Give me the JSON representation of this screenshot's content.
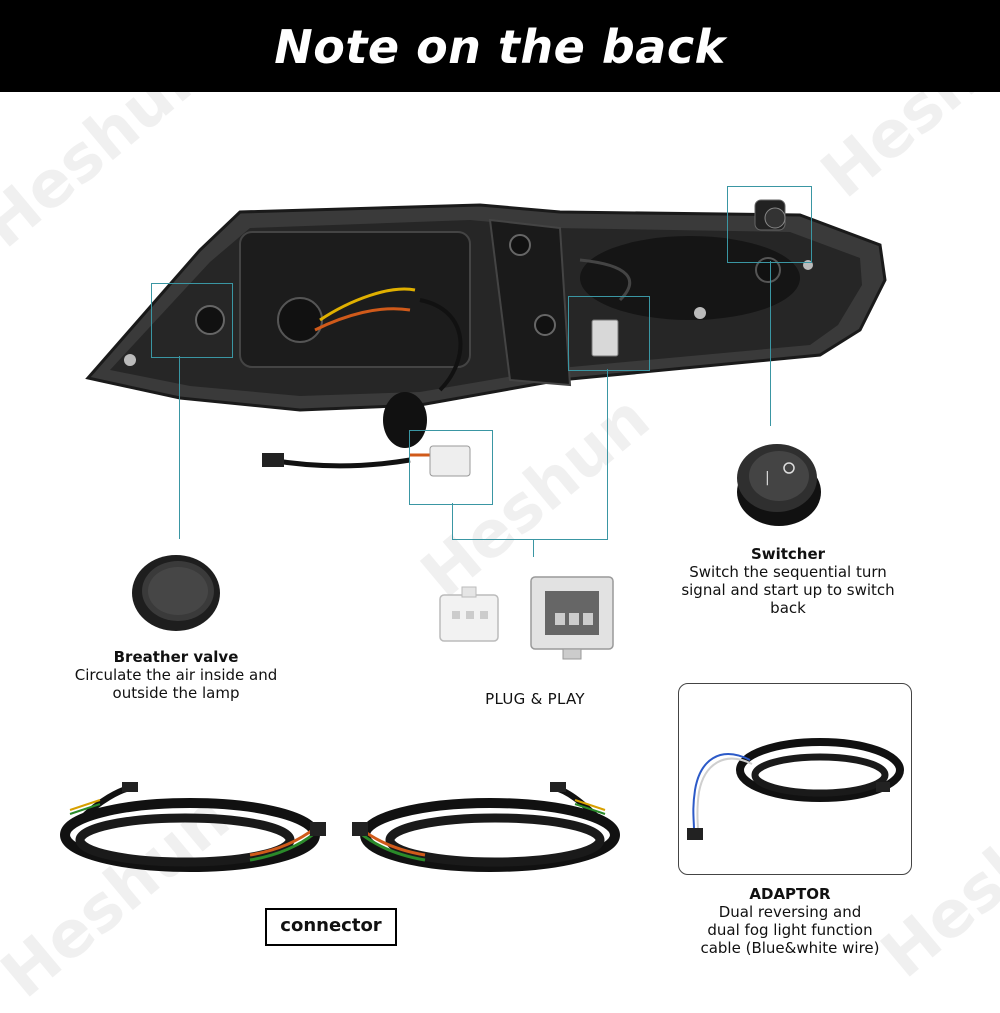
{
  "header": {
    "title": "Note on the back"
  },
  "watermark": {
    "text": "Heshun"
  },
  "breather": {
    "title": "Breather valve",
    "desc_line1": "Circulate the air inside and",
    "desc_line2": "outside the lamp"
  },
  "switcher": {
    "title": "Switcher",
    "desc_line1": "Switch the sequential  turn",
    "desc_line2": "signal and start up  to switch",
    "desc_line3": "back"
  },
  "plug": {
    "label": "PLUG & PLAY"
  },
  "connector": {
    "label": "connector"
  },
  "adaptor": {
    "title": "ADAPTOR",
    "desc_line1": "Dual reversing and",
    "desc_line2": "dual fog light function",
    "desc_line3": "cable (Blue&white wire)"
  },
  "colors": {
    "banner": "#000000",
    "callout_line": "#3a96a3",
    "lamp_body": "#2a2a2a",
    "wire": "#111111"
  }
}
